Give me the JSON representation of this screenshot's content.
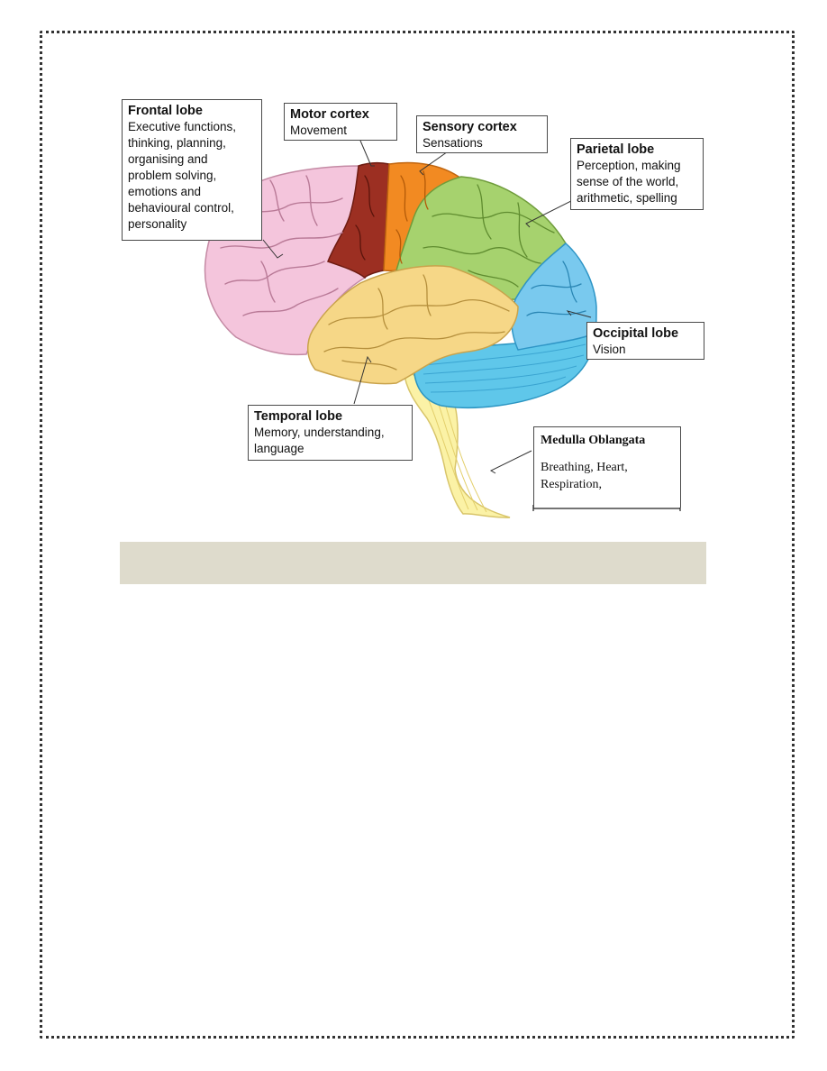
{
  "colors": {
    "frontal": "#f4c5dc",
    "motor": "#9c2f22",
    "sensory": "#f28a22",
    "parietal": "#a6d26e",
    "occipital": "#79c9ee",
    "temporal": "#f6d787",
    "cerebellum": "#5fc7ea",
    "brainstem": "#fbf2a6",
    "caption_bar": "#dedbcc"
  },
  "labels": {
    "frontal": {
      "title": "Frontal lobe",
      "desc": "Executive functions,\nthinking, planning,\norganising and\nproblem solving,\nemotions and\nbehavioural control,\npersonality"
    },
    "motor": {
      "title": "Motor cortex",
      "desc": "Movement"
    },
    "sensory": {
      "title": "Sensory cortex",
      "desc": "Sensations"
    },
    "parietal": {
      "title": "Parietal lobe",
      "desc": "Perception, making\nsense of the world,\narithmetic, spelling"
    },
    "occipital": {
      "title": "Occipital lobe",
      "desc": "Vision"
    },
    "temporal": {
      "title": "Temporal lobe",
      "desc": "Memory, understanding,\nlanguage"
    },
    "medulla": {
      "title": "Medulla Oblangata",
      "desc": "Breathing, Heart,\nRespiration,"
    }
  }
}
